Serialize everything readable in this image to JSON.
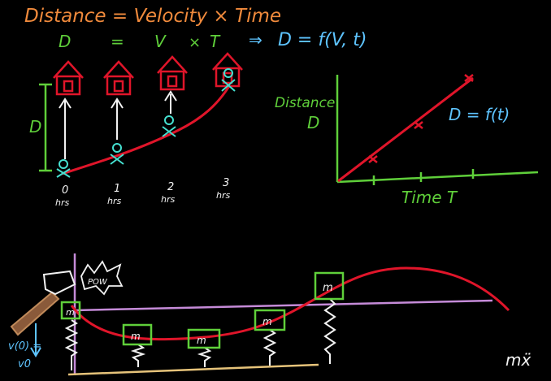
{
  "header": {
    "equation": "Distance = Velocity × Time",
    "sym_d": "D",
    "sym_eq": "=",
    "sym_v": "V",
    "sym_times": "×",
    "sym_t": "T",
    "implies": "⇒",
    "func": "D = f(V, t)"
  },
  "left_panel": {
    "distance_label": "D",
    "hours": [
      {
        "num": "0",
        "unit": "hrs"
      },
      {
        "num": "1",
        "unit": "hrs"
      },
      {
        "num": "2",
        "unit": "hrs"
      },
      {
        "num": "3",
        "unit": "hrs"
      }
    ]
  },
  "graph": {
    "ylabel_line1": "Distance",
    "ylabel_line2": "D",
    "xlabel": "Time  T",
    "curve_label": "D = f(t)"
  },
  "bottom": {
    "pow": "POW",
    "v0_label": "v(0) =",
    "v0_value": "v0",
    "mass_label": "m",
    "acc_label": "mẍ"
  },
  "colors": {
    "orange": "#f08a3c",
    "green": "#5fcf3a",
    "blue": "#5ec4ff",
    "red": "#e0152a",
    "purple": "#c58bd8",
    "white": "#f2f2f2",
    "cyan": "#45e0d0",
    "tan": "#e6c37a"
  }
}
